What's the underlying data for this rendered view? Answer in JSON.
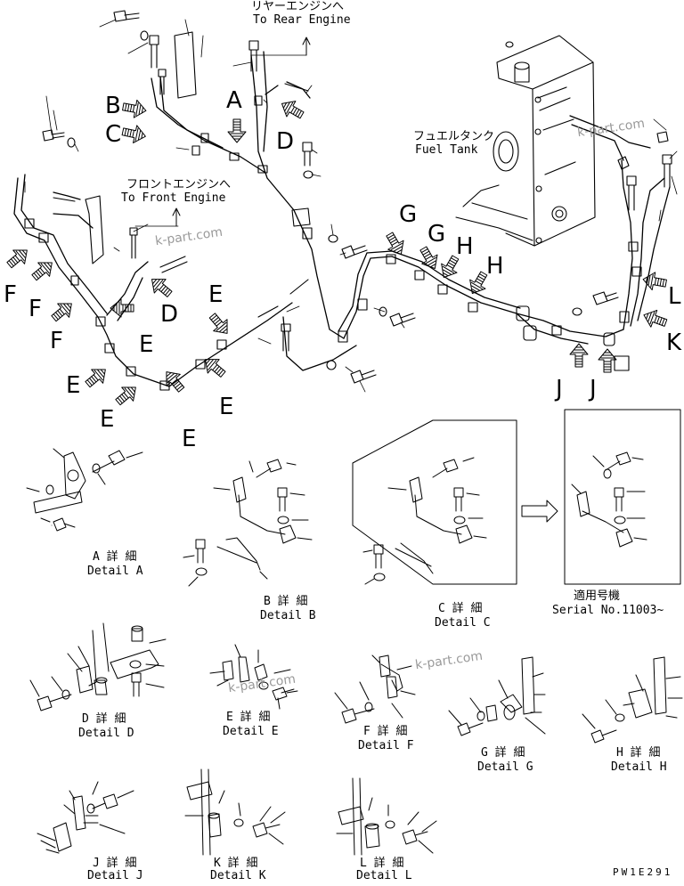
{
  "annotations": {
    "rear_engine_jp": "リヤーエンジンへ",
    "rear_engine_en": "To Rear Engine",
    "front_engine_jp": "フロントエンジンへ",
    "front_engine_en": "To Front Engine",
    "fuel_tank_jp": "フュエルタンク",
    "fuel_tank_en": "Fuel Tank",
    "serial_jp": "適用号機",
    "serial_en": "Serial No.11003~"
  },
  "view_letters": {
    "A": "A",
    "B": "B",
    "C": "C",
    "D": "D",
    "E": "E",
    "F": "F",
    "G": "G",
    "H": "H",
    "J": "J",
    "K": "K",
    "L": "L"
  },
  "details": [
    {
      "jp": "A 詳 細",
      "en": "Detail A"
    },
    {
      "jp": "B 詳 細",
      "en": "Detail B"
    },
    {
      "jp": "C 詳 細",
      "en": "Detail C"
    },
    {
      "jp": "D 詳 細",
      "en": "Detail D"
    },
    {
      "jp": "E 詳 細",
      "en": "Detail E"
    },
    {
      "jp": "F 詳 細",
      "en": "Detail F"
    },
    {
      "jp": "G 詳 細",
      "en": "Detail G"
    },
    {
      "jp": "H 詳 細",
      "en": "Detail H"
    },
    {
      "jp": "J 詳 細",
      "en": "Detail J"
    },
    {
      "jp": "K 詳 細",
      "en": "Detail K"
    },
    {
      "jp": "L 詳 細",
      "en": "Detail L"
    }
  ],
  "watermark": "k-part.com",
  "drawing_code": "PW1E291",
  "colors": {
    "ink": "#000000",
    "watermark": "#9a9a9a",
    "paper": "#ffffff"
  }
}
